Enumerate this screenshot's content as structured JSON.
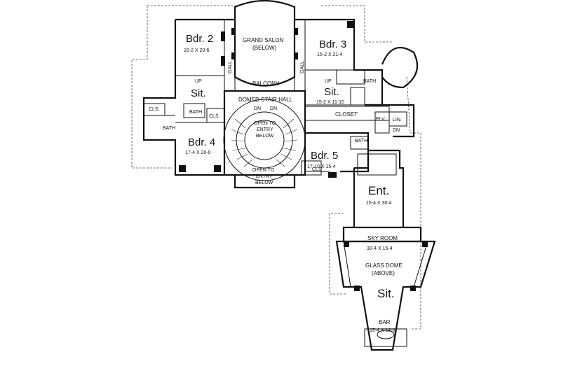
{
  "rooms": {
    "bdr2": {
      "name": "Bdr. 2",
      "dims": "15-2  X 20-6"
    },
    "grand_salon": {
      "name": "GRAND SALON",
      "note": "(BELOW)"
    },
    "bdr3": {
      "name": "Bdr. 3",
      "dims": "15-2  X 21-4"
    },
    "gall_left": "GALL",
    "gall_right": "GALL",
    "balcony": "BALCONY",
    "up_left": "UP",
    "up_right": "UP",
    "sit_left": "Sit.",
    "sit_right": {
      "name": "Sit.",
      "dims": "15-2  X 11-10"
    },
    "bath_right_top": "BATH",
    "domed_stair": "DOMED STAIR HALL",
    "dn_left": "DN",
    "dn_right": "DN",
    "cls_far_left": "CLS.",
    "bath_left_top": "BATH",
    "cls_left": "CLS.",
    "bath_left": "BATH",
    "open_entry_1": {
      "l1": "OPEN TO",
      "l2": "ENTRY",
      "l3": "BELOW"
    },
    "closet": "CLOSET",
    "elv": "ELV.",
    "lin": "LIN.",
    "dn_elev": "DN",
    "bdr4": {
      "name": "Bdr. 4",
      "dims": "17-4  X 20-0"
    },
    "bath_bdr5": "BATH",
    "bdr5": {
      "name": "Bdr. 5",
      "dims": "17-10  X 15-4"
    },
    "cls_bdr5": "CLS",
    "open_entry_2": {
      "l1": "OPEN TO",
      "l2": "ENTRY",
      "l3": "BELOW"
    },
    "ent": {
      "name": "Ent.",
      "dims": "15-4  X 30-4"
    },
    "sky_room": {
      "name": "SKY ROOM",
      "dims": "30-4  X 15-4"
    },
    "glass_dome": {
      "name": "GLASS DOME",
      "note": "(ABOVE)"
    },
    "sit_bottom": "Sit.",
    "bar": {
      "name": "BAR",
      "dims": "15-4  X 18-0"
    }
  }
}
